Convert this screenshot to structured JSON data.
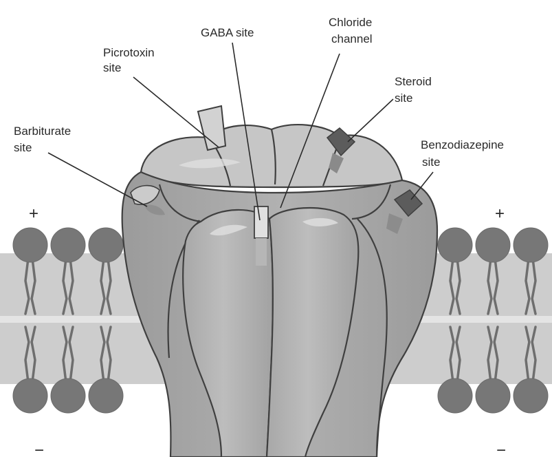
{
  "labels": {
    "gaba": "GABA site",
    "chloride_line1": "Chloride",
    "chloride_line2": "channel",
    "picrotoxin_line1": "Picrotoxin",
    "picrotoxin_line2": "site",
    "steroid_line1": "Steroid",
    "steroid_line2": "site",
    "barbiturate_line1": "Barbiturate",
    "barbiturate_line2": "site",
    "benzodiazepine_line1": "Benzodiazepine",
    "benzodiazepine_line2": "site"
  },
  "charges": {
    "outside_left": "+",
    "outside_right": "+",
    "inside_left": "−",
    "inside_right": "−"
  },
  "colors": {
    "protein_fill": "#a3a3a3",
    "protein_top": "#c4c4c4",
    "membrane_band": "#cdcdcd",
    "lipid_head": "#777777",
    "outline": "#3f3f3f",
    "binding_site_dark": "#5c5c5c"
  }
}
